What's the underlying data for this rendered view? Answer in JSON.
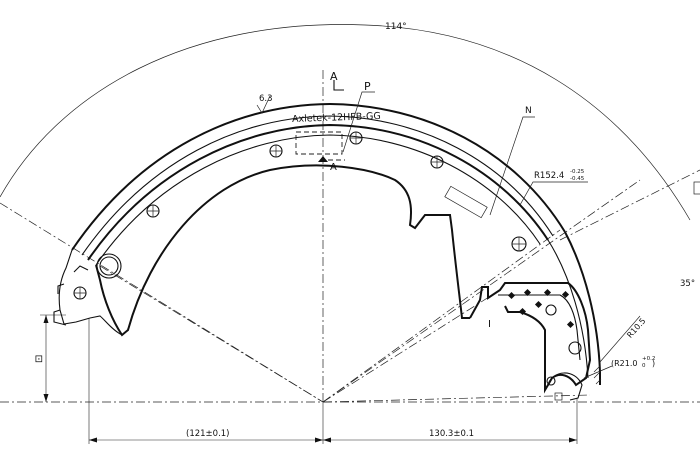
{
  "drawing": {
    "model_marking": "Axletek-12HFB-GG",
    "angle_outer": "114°",
    "angle_right": "35°",
    "section_letter_top": "A",
    "section_letter_bottom": "A",
    "label_p": "P",
    "label_n": "N",
    "surface_finish": "6.3",
    "radius_main": "R152.4",
    "radius_main_tol_upper": "-0.25",
    "radius_main_tol_lower": "-0.45",
    "radius_small": "R10.5",
    "radius_pin": "(R21.0",
    "radius_pin_tol_upper": "+0.2",
    "radius_pin_tol_lower": "0",
    "radius_pin_close": ")",
    "dim_left": "(121±0.1)",
    "dim_right": "130.3±0.1",
    "marker_left_glyph": "⊡",
    "marker_i": "I"
  }
}
